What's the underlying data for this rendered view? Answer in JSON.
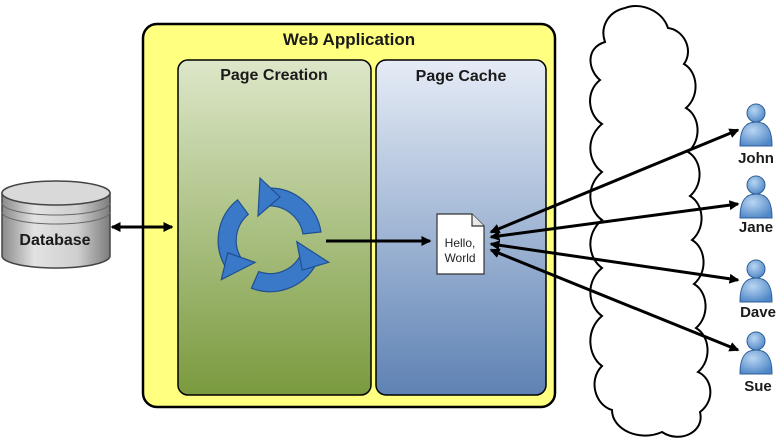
{
  "web_app": {
    "title": "Web Application"
  },
  "page_creation": {
    "title": "Page Creation"
  },
  "page_cache": {
    "title": "Page Cache"
  },
  "database": {
    "label": "Database"
  },
  "document": {
    "line1": "Hello,",
    "line2": "World"
  },
  "users": [
    {
      "name": "John"
    },
    {
      "name": "Jane"
    },
    {
      "name": "Dave"
    },
    {
      "name": "Sue"
    }
  ],
  "colors": {
    "web_app_fill": "#FFFF80",
    "page_creation_top": "#DCE6C8",
    "page_creation_bottom": "#7A9A3E",
    "page_cache_top": "#E4EAF4",
    "page_cache_bottom": "#5E82B4",
    "cycle_arrows": "#3A78C8",
    "user_icon": "#6FA6DC"
  },
  "icons": {
    "cycle": "refresh-cycle-icon",
    "document": "document-icon",
    "user": "user-icon",
    "cloud": "internet-cloud",
    "database": "database-cylinder"
  }
}
